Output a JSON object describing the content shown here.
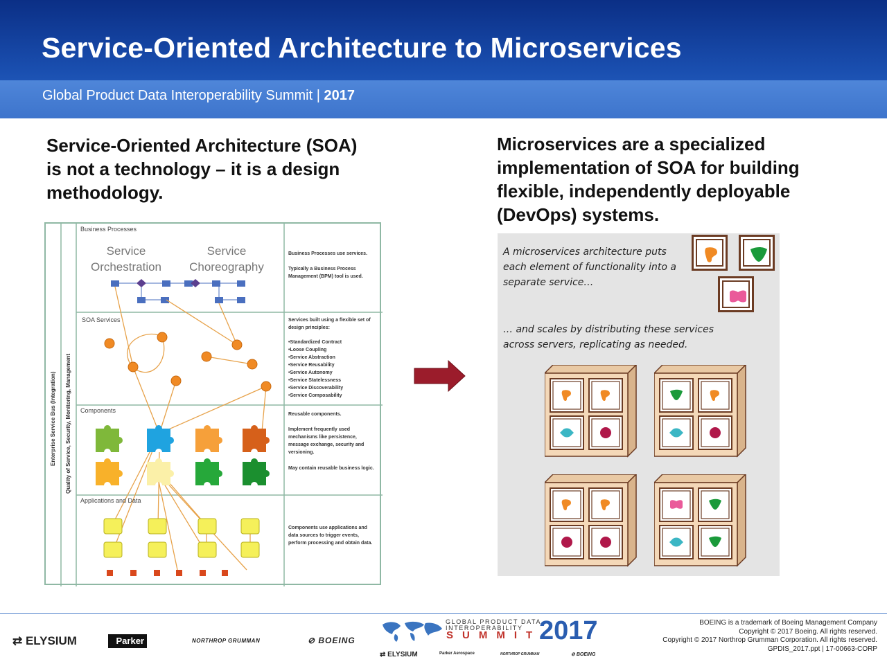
{
  "header": {
    "title": "Service-Oriented Architecture to Microservices",
    "subtitle_text": "Global Product Data Interoperability Summit | ",
    "subtitle_year": "2017"
  },
  "left": {
    "heading": "Service-Oriented Architecture (SOA) is not a technology – it is a design methodology.",
    "diagram": {
      "layer_business": "Business Processes",
      "orchestration": "Service Orchestration",
      "choreography": "Service Choreography",
      "layer_soa": "SOA Services",
      "layer_components": "Components",
      "layer_apps": "Applications and Data",
      "vertical_esb": "Enterprise Service Bus (Integration)",
      "vertical_quality": "Quality of Service, Security, Monitoring, Management",
      "desc_business": "Business Processes use services.",
      "desc_bpm": "Typically a Business Process Management (BPM) tool is used.",
      "desc_soa": "Services built using a flexible set of design principles:",
      "principles": [
        "•Standardized Contract",
        "•Loose Coupling",
        "•Service Abstraction",
        "•Service Reusability",
        "•Service Autonomy",
        "•Service Statelessness",
        "•Service Discoverability",
        "•Service Composability"
      ],
      "desc_components": "Reusable components.",
      "desc_mechanisms": "Implement frequently used mechanisms like persistence, message exchange, security and versioning.",
      "desc_logic": "May contain reusable business logic.",
      "desc_apps": "Components use applications and data sources to trigger events, perform processing and obtain data."
    }
  },
  "right": {
    "heading": "Microservices are a specialized implementation of SOA for building flexible, independently deployable (DevOps) systems.",
    "text_1": "A microservices architecture puts each element of functionality into a separate service…",
    "text_2": "… and scales by distributing these services across servers, replicating as needed."
  },
  "colors": {
    "orange": "#f08a24",
    "green": "#1a9a3a",
    "pink": "#ea5a9a",
    "teal": "#3bb6c4",
    "crimson": "#b0184a",
    "arrow": "#9b1c2b",
    "server_body": "#f4d8b8",
    "server_edge": "#6b3b23"
  },
  "footer": {
    "logo_elysium": "ELYSIUM",
    "logo_parker": "Parker",
    "logo_northrop": "NORTHROP GRUMMAN",
    "logo_boeing": "BOEING",
    "summit_line1": "GLOBAL PRODUCT DATA",
    "summit_line2": "INTEROPERABILITY",
    "summit_word": "SUMMIT",
    "summit_year": "2017",
    "mini_elysium": "ELYSIUM",
    "mini_parker": "Parker Aerospace",
    "mini_northrop": "NORTHROP GRUMMAN",
    "mini_boeing": "BOEING",
    "copyright": [
      "BOEING is a trademark of Boeing Management Company",
      "Copyright © 2017 Boeing. All rights reserved.",
      "Copyright © 2017 Northrop Grumman Corporation. All rights reserved.",
      "GPDIS_2017.ppt | 17-00663-CORP"
    ]
  }
}
